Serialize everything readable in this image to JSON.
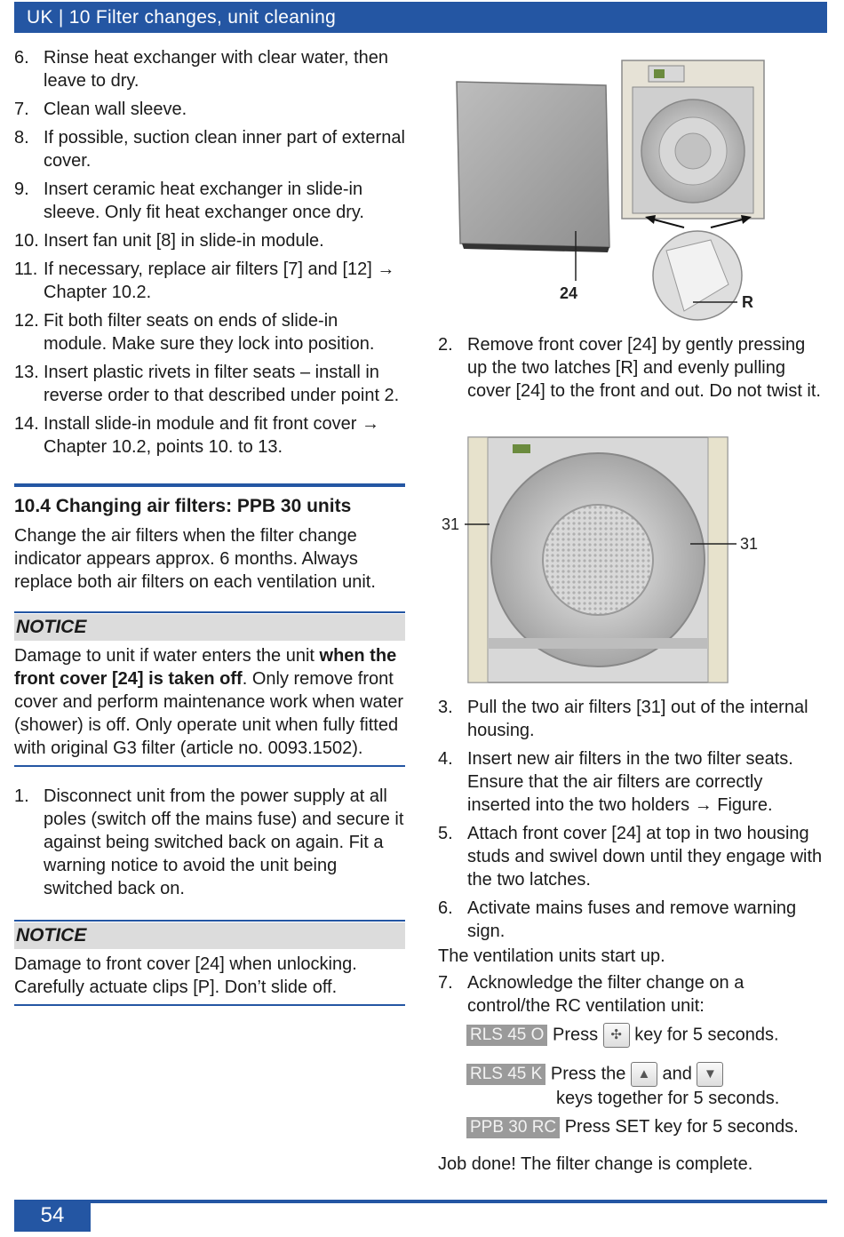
{
  "header": {
    "title": "UK | 10 Filter changes, unit cleaning"
  },
  "left": {
    "steps": [
      {
        "num": "6.",
        "text": "Rinse heat exchanger with clear water, then leave to dry."
      },
      {
        "num": "7.",
        "text": "Clean wall sleeve."
      },
      {
        "num": "8.",
        "text": "If possible, suction clean inner part of external cover."
      },
      {
        "num": "9.",
        "text": "Insert ceramic heat exchanger in slide-in sleeve. Only fit heat exchanger once dry."
      },
      {
        "num": "10.",
        "text": "Insert fan unit [8] in slide-in module."
      },
      {
        "num": "11.",
        "text": "If necessary, replace air filters [7] and [12] → Chapter 10.2."
      },
      {
        "num": "12.",
        "text": "Fit both filter seats on ends of slide-in module. Make sure they lock into position."
      },
      {
        "num": "13.",
        "text": "Insert plastic rivets in filter seats  – install in reverse order to that described under point 2."
      },
      {
        "num": "14.",
        "text": "Install slide-in module and fit front cover → Chapter 10.2, points 10. to 13."
      }
    ],
    "section_title": "10.4 Changing air filters: PPB 30 units",
    "section_intro": "Change the air filters when the filter change indicator appears approx. 6 months. Always replace both air filters on each ventilation unit.",
    "notice1": {
      "head": "NOTICE",
      "text_a": "Damage to unit if water enters the unit ",
      "text_bold": "when the front cover [24] is taken off",
      "text_b": ". Only remove front cover and perform maintenance work when water (shower) is off. Only operate unit when fully fitted with original G3 filter (article no. 0093.1502)."
    },
    "step1": {
      "num": "1.",
      "text": "Disconnect unit from the power supply at all poles (switch off the mains fuse) and secure it against being switched back on again. Fit a warning notice to avoid the unit being switched back on."
    },
    "notice2": {
      "head": "NOTICE",
      "text": "Damage to front cover [24] when unlocking. Carefully actuate clips [P]. Don’t slide off."
    }
  },
  "right": {
    "figure1": {
      "label_24": "24",
      "label_r": "R"
    },
    "step2": {
      "num": "2.",
      "text": "Remove front cover [24] by gently pressing up the two latches [R] and evenly pulling cover [24] to the front and out. Do not twist it."
    },
    "figure2": {
      "label_left": "31",
      "label_right": "31"
    },
    "steps": [
      {
        "num": "3.",
        "text": "Pull the two air filters [31] out of the internal housing."
      },
      {
        "num": "4.",
        "text": "Insert new air filters in the two filter seats. Ensure that the air filters are correctly inserted into the two holders → Figure."
      },
      {
        "num": "5.",
        "text": "Attach front cover [24] at top in two housing studs and swivel down until they engage with the two latches."
      },
      {
        "num": "6.",
        "text": "Activate mains fuses and remove warning sign."
      }
    ],
    "startup": "The ventilation units start up.",
    "step7": {
      "num": "7.",
      "text": "Acknowledge the filter change on a control/the RC ventilation unit:"
    },
    "models": [
      {
        "badge": "RLS 45 O",
        "pre": "Press",
        "post": "key for 5 seconds."
      },
      {
        "badge": "RLS 45 K",
        "pre": "Press the",
        "mid": "and",
        "post": "keys together for 5 seconds."
      },
      {
        "badge": "PPB 30 RC",
        "pre": "Press SET key for 5 seconds."
      }
    ],
    "done": "Job done! The filter change is complete."
  },
  "footer": {
    "page": "54"
  },
  "icons": {
    "fan_key": "fan-icon",
    "up_key": "up-arrow-icon",
    "down_key": "down-arrow-icon"
  },
  "colors": {
    "brand": "#2456a3",
    "notice_bg": "#dcdcdc",
    "badge": "#9a9a9a"
  }
}
